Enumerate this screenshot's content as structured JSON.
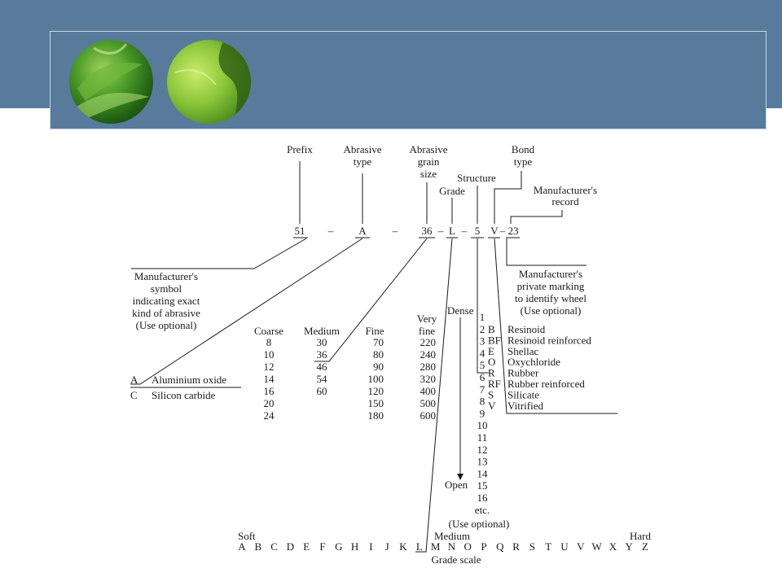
{
  "title_labels": {
    "prefix": "Prefix",
    "abrasive_type": [
      "Abrasive",
      "type"
    ],
    "grain_size": [
      "Abrasive",
      "grain",
      "size"
    ],
    "structure": "Structure",
    "grade": "Grade",
    "bond_type": [
      "Bond",
      "type"
    ],
    "manufacturer_record": [
      "Manufacturer's",
      "record"
    ]
  },
  "code": {
    "prefix": "51",
    "dash1": "–",
    "abrasive": "A",
    "dash2": "–",
    "grain": "36",
    "dash3": "–",
    "grade": "L",
    "dash4": "–",
    "structure": "5",
    "dash5": "–",
    "bond": "V",
    "dash6": "–",
    "record": "23"
  },
  "manufacturer_symbol": [
    "Manufacturer's",
    "symbol",
    "indicating exact",
    "kind of abrasive",
    "(Use optional)"
  ],
  "private_marking": [
    "Manufacturer's",
    "private marking",
    "to identify wheel",
    "(Use optional)"
  ],
  "abrasives": [
    {
      "code": "A",
      "name": "Aluminium oxide"
    },
    {
      "code": "C",
      "name": "Silicon carbide"
    }
  ],
  "grain_table": {
    "headers": [
      "Coarse",
      "Medium",
      "Fine",
      "Very",
      "fine"
    ],
    "coarse": [
      "8",
      "10",
      "12",
      "14",
      "16",
      "20",
      "24"
    ],
    "medium": [
      "30",
      "36",
      "46",
      "54",
      "60"
    ],
    "fine": [
      "70",
      "80",
      "90",
      "100",
      "120",
      "150",
      "180"
    ],
    "very_fine": [
      "220",
      "240",
      "280",
      "320",
      "400",
      "500",
      "600"
    ]
  },
  "structure": {
    "dense_label": "Dense",
    "open_label": "Open",
    "numbers": [
      "1",
      "2",
      "3",
      "4",
      "5",
      "6",
      "7",
      "8",
      "9",
      "10",
      "11",
      "12",
      "13",
      "14",
      "15",
      "16",
      "etc."
    ],
    "note": "(Use optional)"
  },
  "bonds": [
    {
      "code": "B",
      "name": "Resinoid"
    },
    {
      "code": "BF",
      "name": "Resinoid reinforced"
    },
    {
      "code": "E",
      "name": "Shellac"
    },
    {
      "code": "O",
      "name": "Oxychloride"
    },
    {
      "code": "R",
      "name": "Rubber"
    },
    {
      "code": "RF",
      "name": "Rubber reinforced"
    },
    {
      "code": "S",
      "name": "Silicate"
    },
    {
      "code": "V",
      "name": "Vitrified"
    }
  ],
  "grade_scale": {
    "soft": "Soft",
    "medium": "Medium",
    "hard": "Hard",
    "letters": [
      "A",
      "B",
      "C",
      "D",
      "E",
      "F",
      "G",
      "H",
      "I",
      "J",
      "K",
      "L",
      "M",
      "N",
      "O",
      "P",
      "Q",
      "R",
      "S",
      "T",
      "U",
      "V",
      "W",
      "X",
      "Y",
      "Z"
    ],
    "caption": "Grade scale"
  },
  "colors": {
    "header": "#587a9b",
    "header_border": "#c9d6e3",
    "ink": "#1a1a1a"
  }
}
